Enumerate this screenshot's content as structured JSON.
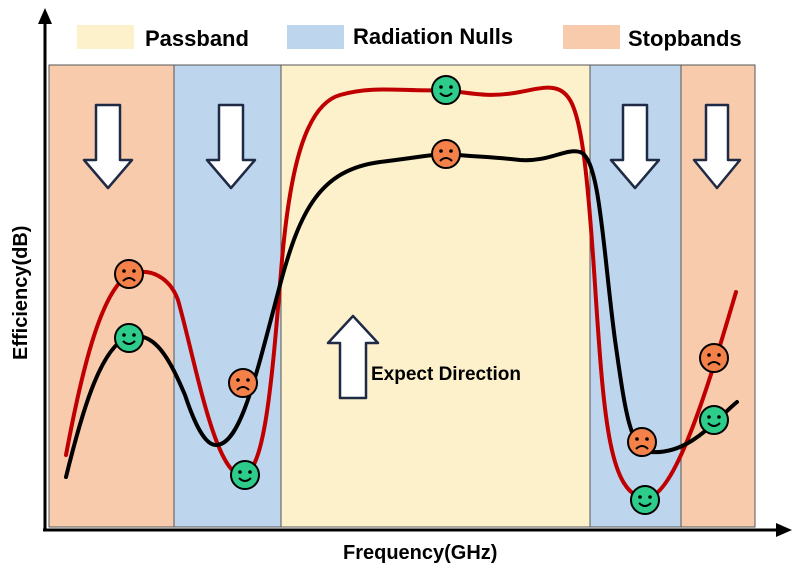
{
  "legend": {
    "passband": "Passband",
    "nulls": "Radiation Nulls",
    "stopbands": "Stopbands"
  },
  "axes": {
    "x_label": "Frequency(GHz)",
    "y_label": "Efficiency(dB)"
  },
  "annotation": {
    "expect": "Expect Direction"
  },
  "colors": {
    "passband": "#FDF1CC",
    "nulls": "#BDD6EE",
    "stopbands": "#F8CBAD",
    "red_curve": "#C00000",
    "black_curve": "#000000",
    "happy_face": "#2ECC8A",
    "sad_face": "#F4804A",
    "arrow_fill": "#FFFFFF",
    "arrow_stroke": "#1F2A44"
  },
  "icons": [
    "down-arrow-icon",
    "up-arrow-icon",
    "happy-face-icon",
    "sad-face-icon"
  ]
}
